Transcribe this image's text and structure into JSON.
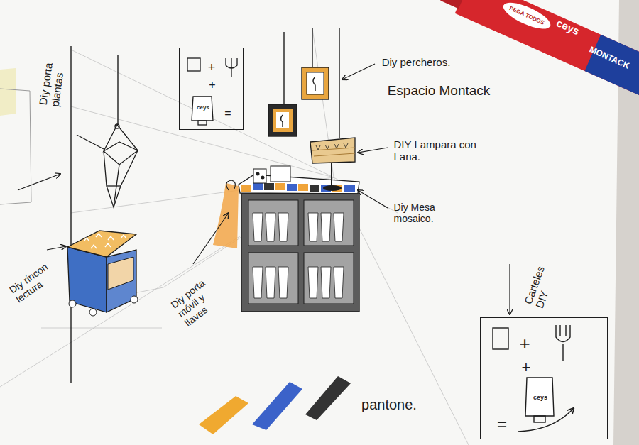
{
  "diagram": {
    "title": "Espacio Montack",
    "nodes": [
      {
        "text": [
          "+",
          "+",
          "ceys",
          "="
        ]
      },
      {
        "text": [
          "Carteles DIY",
          "+",
          "+",
          "ceys",
          "="
        ]
      }
    ],
    "labels": [
      "Diy porta plantas",
      "Diy percheros.",
      "DIY Lampara con Lana.",
      "Diy Mesa mosaico.",
      "Diy porta móvil y llaves",
      "Diy rincon lectura",
      "pantone.",
      "PEGA TODOS",
      "ceys",
      "MONTACK"
    ]
  }
}
